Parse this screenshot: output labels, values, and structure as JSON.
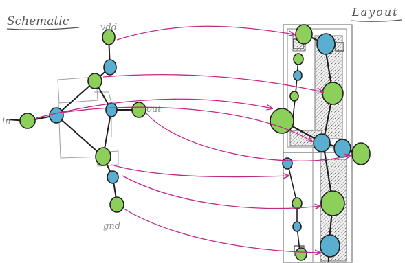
{
  "titles": {
    "schematic": "Schematic",
    "layout": "Layout"
  },
  "labels": {
    "vdd": "vdd",
    "in": "in",
    "out": "out",
    "gnd": "gnd"
  },
  "colors": {
    "net_node": "#8ccf5a",
    "device_node": "#5aaed0",
    "arrow": "#c0288a",
    "edge": "#1f1f1f",
    "frame": "#9a9a9a",
    "diffusion": "#b8b8b8"
  }
}
